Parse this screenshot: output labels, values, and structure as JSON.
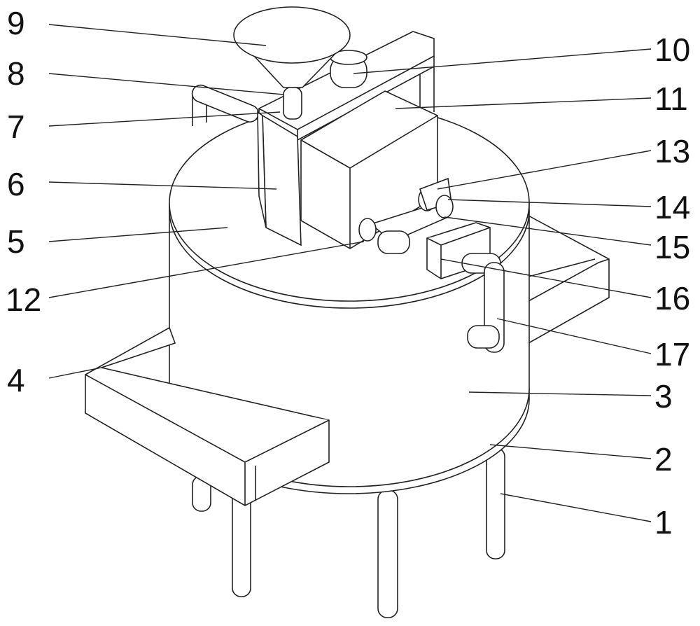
{
  "figure": {
    "labels": {
      "l1": "1",
      "l2": "2",
      "l3": "3",
      "l4": "4",
      "l5": "5",
      "l6": "6",
      "l7": "7",
      "l8": "8",
      "l9": "9",
      "l10": "10",
      "l11": "11",
      "l12": "12",
      "l13": "13",
      "l14": "14",
      "l15": "15",
      "l16": "16",
      "l17": "17"
    }
  }
}
